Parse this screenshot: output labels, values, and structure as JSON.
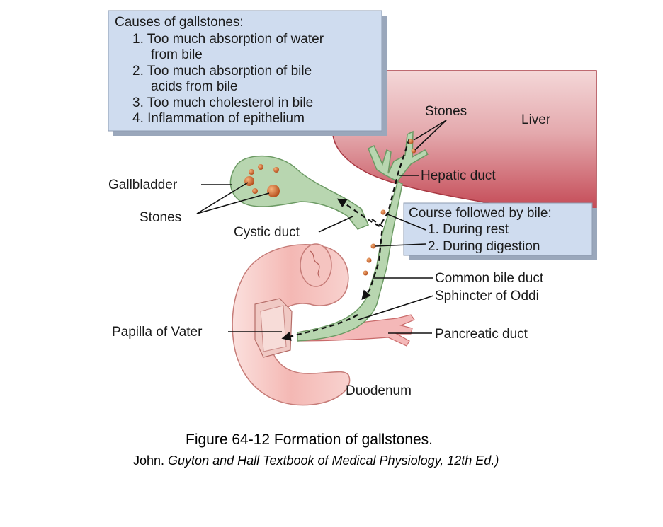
{
  "causes_box": {
    "title": "Causes of gallstones:",
    "items": [
      [
        "1. Too much absorption of water",
        "from bile"
      ],
      [
        "2. Too much absorption of bile",
        "acids from bile"
      ],
      [
        "3. Too much cholesterol in bile"
      ],
      [
        "4. Inflammation of epithelium"
      ]
    ]
  },
  "course_box": {
    "title": "Course followed by bile:",
    "items": [
      "1. During rest",
      "2. During digestion"
    ]
  },
  "labels": {
    "stones_top": "Stones",
    "liver": "Liver",
    "hepatic_duct": "Hepatic duct",
    "gallbladder": "Gallbladder",
    "stones_left": "Stones",
    "cystic_duct": "Cystic duct",
    "common_bile_duct": "Common bile duct",
    "sphincter": "Sphincter of Oddi",
    "papilla": "Papilla of Vater",
    "pancreatic_duct": "Pancreatic duct",
    "duodenum": "Duodenum"
  },
  "caption": {
    "figure": "Figure 64-12 Formation of gallstones.",
    "credit_prefix": "John. ",
    "credit_italic": "Guyton and Hall Textbook of Medical Physiology, 12th Ed.)"
  },
  "colors": {
    "info_box_fill": "#cfdcef",
    "info_box_shadow": "#9aa7bb",
    "liver": "#c44a56",
    "duct_green": "#b8d6b0",
    "duodenum_pink": "#f6c3c0",
    "stone": "#c2561f"
  }
}
